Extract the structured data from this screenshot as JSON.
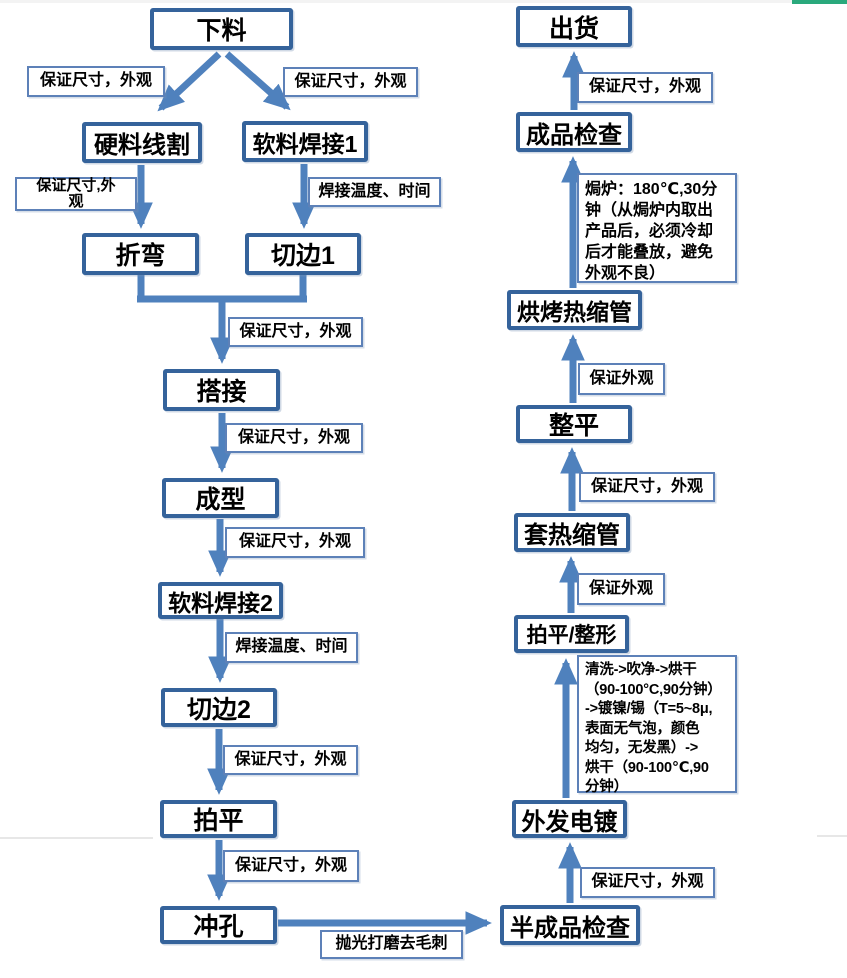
{
  "meta": {
    "title": "manufacturing-process-flowchart",
    "colors": {
      "node_border": "#35639b",
      "note_border": "#5d81b8",
      "arrow": "#4f81bd",
      "top_strip": "#f3f3f3",
      "accent_strip": "#2aa97c",
      "background": "#ffffff",
      "text": "#000000"
    }
  },
  "nodes": [
    {
      "id": "blanking",
      "label": "下料"
    },
    {
      "id": "hard-wirecut",
      "label": "硬料线割"
    },
    {
      "id": "soft-welding-1",
      "label": "软料焊接1"
    },
    {
      "id": "bending",
      "label": "折弯"
    },
    {
      "id": "trimming-1",
      "label": "切边1"
    },
    {
      "id": "lap-joint",
      "label": "搭接"
    },
    {
      "id": "forming",
      "label": "成型"
    },
    {
      "id": "soft-welding-2",
      "label": "软料焊接2"
    },
    {
      "id": "trimming-2",
      "label": "切边2"
    },
    {
      "id": "flattening",
      "label": "拍平"
    },
    {
      "id": "punching",
      "label": "冲孔"
    },
    {
      "id": "semi-finished-inspection",
      "label": "半成品检查"
    },
    {
      "id": "outsourced-plating",
      "label": "外发电镀"
    },
    {
      "id": "flatten-reshape",
      "label": "拍平/整形"
    },
    {
      "id": "fit-heat-shrink-tube",
      "label": "套热缩管"
    },
    {
      "id": "leveling",
      "label": "整平"
    },
    {
      "id": "bake-heat-shrink-tube",
      "label": "烘烤热缩管"
    },
    {
      "id": "finished-inspection",
      "label": "成品检查"
    },
    {
      "id": "shipment",
      "label": "出货"
    }
  ],
  "notes": [
    {
      "id": "blanking-to-wirecut",
      "text": "保证尺寸，外观"
    },
    {
      "id": "blanking-to-welding1",
      "text": "保证尺寸，外观"
    },
    {
      "id": "wirecut-to-bending",
      "text": "保证尺寸,外\n观"
    },
    {
      "id": "welding1-to-trim1",
      "text": "焊接温度、时间"
    },
    {
      "id": "merge-to-lapjoint",
      "text": "保证尺寸，外观"
    },
    {
      "id": "lapjoint-to-forming",
      "text": "保证尺寸，外观"
    },
    {
      "id": "forming-to-welding2",
      "text": "保证尺寸，外观"
    },
    {
      "id": "welding2-to-trim2",
      "text": "焊接温度、时间"
    },
    {
      "id": "trim2-to-flatten",
      "text": "保证尺寸，外观"
    },
    {
      "id": "flatten-to-punch",
      "text": "保证尺寸，外观"
    },
    {
      "id": "punch-to-semiinspect",
      "text": "抛光打磨去毛刺"
    },
    {
      "id": "semiinspect-to-plating",
      "text": "保证尺寸，外观"
    },
    {
      "id": "plating-process-detail",
      "text": "清洗->吹净->烘干\n（90-100°C,90分钟）\n->镀镍/锡（T=5~8μ,\n表面无气泡，颜色\n均匀，无发黑）->\n烘干（90-100℃,90\n分钟）"
    },
    {
      "id": "reshape-to-sleeve",
      "text": "保证外观"
    },
    {
      "id": "sleeve-to-level",
      "text": "保证尺寸，外观"
    },
    {
      "id": "level-to-bake",
      "text": "保证外观"
    },
    {
      "id": "bake-oven-detail",
      "text": "焗炉：180℃,30分\n钟（从焗炉内取出\n产品后，必须冷却\n后才能叠放，避免\n外观不良）"
    },
    {
      "id": "finalinspect-to-ship",
      "text": "保证尺寸，外观"
    }
  ],
  "edges": [
    {
      "from": "下料",
      "to": "硬料线割",
      "label": "保证尺寸，外观"
    },
    {
      "from": "下料",
      "to": "软料焊接1",
      "label": "保证尺寸，外观"
    },
    {
      "from": "硬料线割",
      "to": "折弯",
      "label": "保证尺寸,外观"
    },
    {
      "from": "软料焊接1",
      "to": "切边1",
      "label": "焊接温度、时间"
    },
    {
      "from": "折弯+切边1",
      "to": "搭接",
      "label": "保证尺寸，外观"
    },
    {
      "from": "搭接",
      "to": "成型",
      "label": "保证尺寸，外观"
    },
    {
      "from": "成型",
      "to": "软料焊接2",
      "label": "保证尺寸，外观"
    },
    {
      "from": "软料焊接2",
      "to": "切边2",
      "label": "焊接温度、时间"
    },
    {
      "from": "切边2",
      "to": "拍平",
      "label": "保证尺寸，外观"
    },
    {
      "from": "拍平",
      "to": "冲孔",
      "label": "保证尺寸，外观"
    },
    {
      "from": "冲孔",
      "to": "半成品检查",
      "label": "抛光打磨去毛刺"
    },
    {
      "from": "半成品检查",
      "to": "外发电镀",
      "label": "保证尺寸，外观"
    },
    {
      "from": "外发电镀",
      "to": "拍平/整形",
      "label": "清洗->吹净->烘干（90-100°C,90分钟）->镀镍/锡（T=5~8μ,表面无气泡，颜色均匀，无发黑）->烘干（90-100℃,90分钟）"
    },
    {
      "from": "拍平/整形",
      "to": "套热缩管",
      "label": "保证外观"
    },
    {
      "from": "套热缩管",
      "to": "整平",
      "label": "保证尺寸，外观"
    },
    {
      "from": "整平",
      "to": "烘烤热缩管",
      "label": "保证外观"
    },
    {
      "from": "烘烤热缩管",
      "to": "成品检查",
      "label": "焗炉：180℃,30分钟（从焗炉内取出产品后，必须冷却后才能叠放，避免外观不良）"
    },
    {
      "from": "成品检查",
      "to": "出货",
      "label": "保证尺寸，外观"
    }
  ]
}
